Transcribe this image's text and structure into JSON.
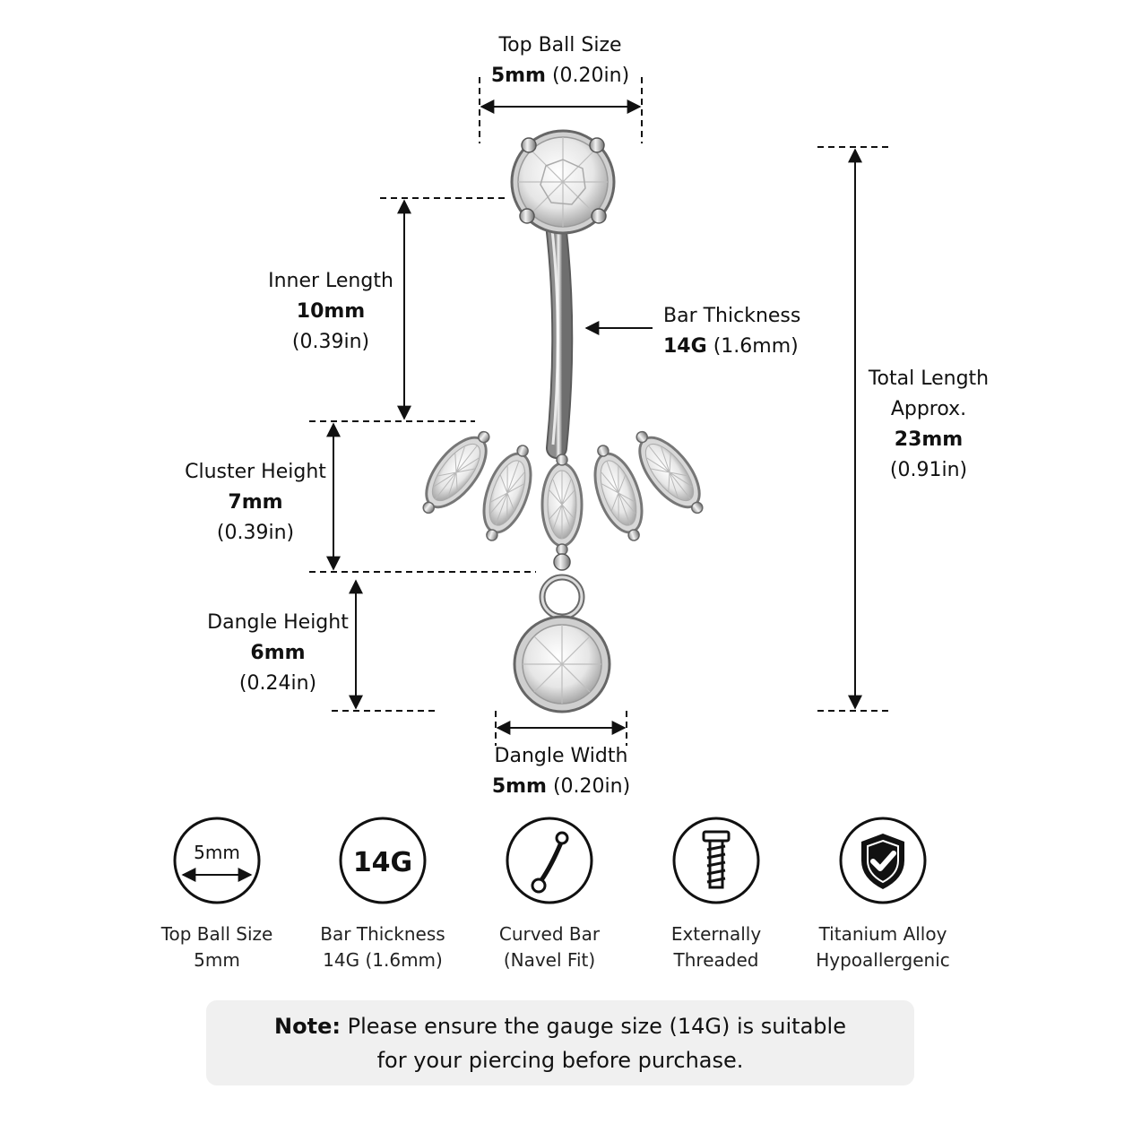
{
  "dimensions": {
    "top_ball": {
      "title": "Top Ball Size",
      "value": "5mm",
      "imperial": "(0.20in)"
    },
    "inner_length": {
      "title": "Inner Length",
      "value": "10mm",
      "imperial": "(0.39in)"
    },
    "bar_thickness": {
      "title": "Bar Thickness",
      "value": "14G",
      "imperial": "(1.6mm)"
    },
    "cluster_height": {
      "title": "Cluster Height",
      "value": "7mm",
      "imperial": "(0.39in)"
    },
    "dangle_height": {
      "title": "Dangle Height",
      "value": "6mm",
      "imperial": "(0.24in)"
    },
    "dangle_width": {
      "title": "Dangle Width",
      "value": "5mm",
      "imperial": "(0.20in)"
    },
    "total_length": {
      "title1": "Total Length",
      "title2": "Approx.",
      "value": "23mm",
      "imperial": "(0.91in)"
    }
  },
  "features": [
    {
      "icon": "ball-size-icon",
      "icon_text": "5mm",
      "line1": "Top Ball Size",
      "line2": "5mm"
    },
    {
      "icon": "gauge-icon",
      "icon_text": "14G",
      "line1": "Bar Thickness",
      "line2": "14G (1.6mm)"
    },
    {
      "icon": "curved-bar-icon",
      "line1": "Curved Bar",
      "line2": "(Navel Fit)"
    },
    {
      "icon": "screw-icon",
      "line1": "Externally",
      "line2": "Threaded"
    },
    {
      "icon": "shield-check-icon",
      "line1": "Titanium Alloy",
      "line2": "Hypoallergenic"
    }
  ],
  "note": {
    "label": "Note:",
    "line1": "Please ensure the gauge size (14G) is suitable",
    "line2": "for your piercing before purchase."
  }
}
